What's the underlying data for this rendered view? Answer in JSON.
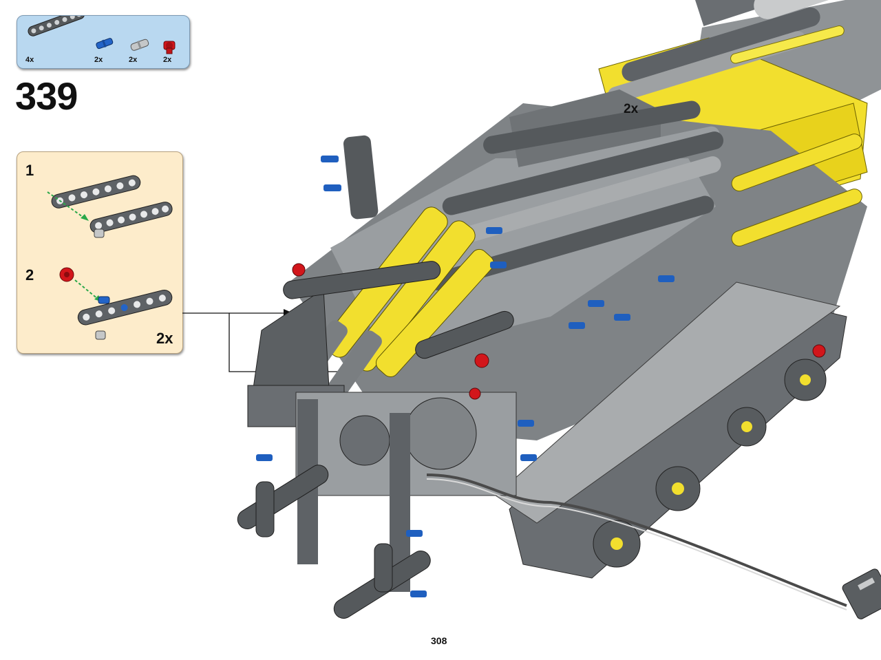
{
  "parts_list": {
    "items": [
      {
        "icon": "beam-7-dark-gray-icon",
        "qty": "4x"
      },
      {
        "icon": "axle-pin-blue-icon",
        "qty": "2x"
      },
      {
        "icon": "pin-light-gray-icon",
        "qty": "2x"
      },
      {
        "icon": "bush-red-icon",
        "qty": "2x"
      }
    ]
  },
  "step": {
    "number": "339"
  },
  "substeps": [
    {
      "number": "1"
    },
    {
      "number": "2",
      "multiplier": "2x"
    }
  ],
  "model": {
    "callout_label": "2x"
  },
  "page": {
    "number": "308"
  },
  "colors": {
    "parts_bg": "#b9d8f0",
    "substep_bg": "#fdeccb",
    "beam_dark_gray": "#5e6266",
    "beam_light_gray": "#a9acae",
    "technic_yellow": "#f2df2e",
    "axle_blue": "#1f5fbf",
    "bush_red": "#d2161b"
  }
}
